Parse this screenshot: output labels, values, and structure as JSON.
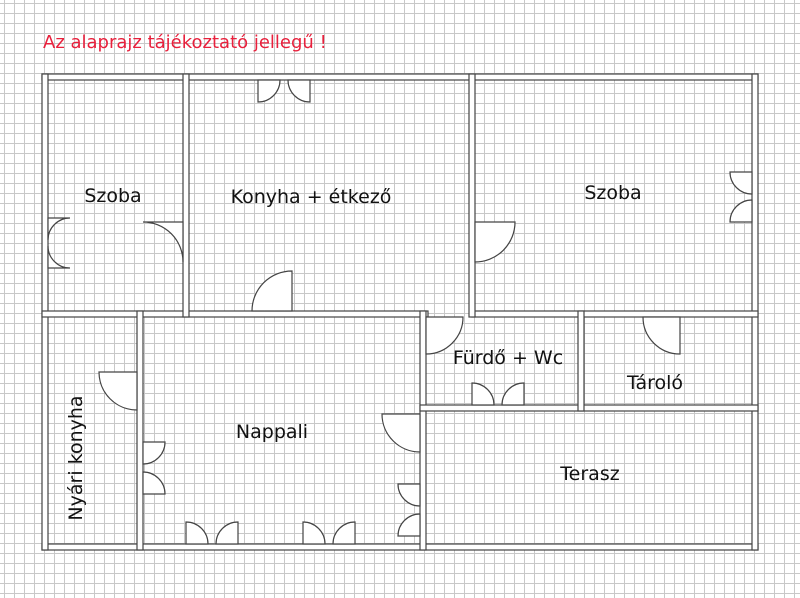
{
  "notice": "Az alaprajz tájékoztató jellegű !",
  "rooms": {
    "szoba_left": "Szoba",
    "konyha": "Konyha + étkező",
    "szoba_right": "Szoba",
    "nyari_konyha": "Nyári konyha",
    "nappali": "Nappali",
    "furdo": "Fürdő + Wc",
    "tarolo": "Tároló",
    "terasz": "Terasz"
  },
  "colors": {
    "notice": "#e8203c",
    "wall_outline": "#444444",
    "grid": "#c8c8c8"
  }
}
